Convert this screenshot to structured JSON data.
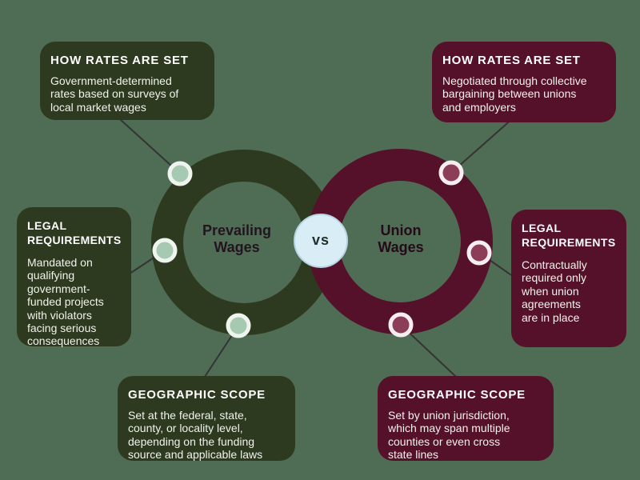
{
  "theme": {
    "background": "#4f6c55",
    "olive_dark": "#2e3a1f",
    "maroon_dark": "#551129",
    "dot_green_fill": "#a6c9b1",
    "dot_green_border": "#eff4ee",
    "dot_maroon_fill": "#8c3d57",
    "dot_maroon_border": "#f4eef1",
    "vs_circle_fill": "#d9edf6",
    "vs_circle_border": "#b7d4e1",
    "connector_line": "#343434"
  },
  "center": {
    "left_ring_label": "Prevailing\nWages",
    "right_ring_label": "Union\nWages",
    "vs_label": "vs"
  },
  "callouts": {
    "prevailing_how_rates": {
      "title": "HOW RATES ARE SET",
      "body": "Government-determined\nrates based on surveys of\nlocal market wages"
    },
    "prevailing_legal": {
      "title": "LEGAL\nREQUIREMENTS",
      "body": "Mandated on\nqualifying\ngovernment-\nfunded projects\nwith violators\nfacing serious\nconsequences"
    },
    "prevailing_geographic": {
      "title": "GEOGRAPHIC SCOPE",
      "body": "Set at the federal, state,\ncounty, or locality level,\ndepending on the funding\nsource and applicable laws"
    },
    "union_how_rates": {
      "title": "HOW RATES ARE SET",
      "body": "Negotiated through collective\nbargaining between unions\nand employers"
    },
    "union_legal": {
      "title": "LEGAL\nREQUIREMENTS",
      "body": "Contractually\nrequired only\nwhen union\nagreements\nare in place"
    },
    "union_geographic": {
      "title": "GEOGRAPHIC SCOPE",
      "body": "Set by union jurisdiction,\nwhich may span multiple\ncounties or even cross\nstate lines"
    }
  }
}
